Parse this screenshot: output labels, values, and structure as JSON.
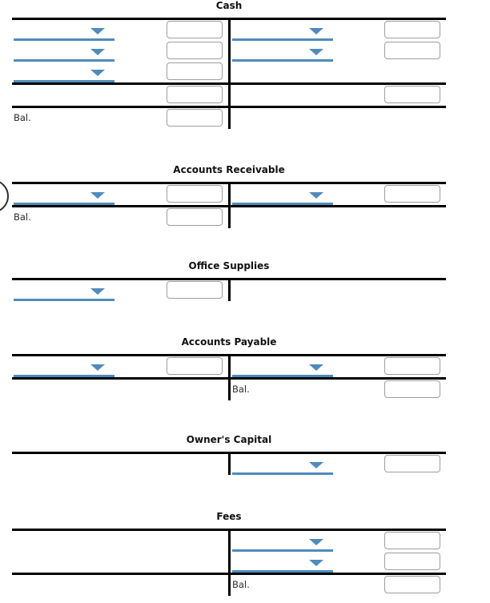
{
  "ui": {
    "bal_label": "Bal.",
    "dropdown_icon": "triangle-down",
    "input_value": ""
  },
  "colors": {
    "accent_blue": "#4f8bbd",
    "line_black": "#000000",
    "input_border": "#9e9e9e",
    "title_color": "#111111",
    "bal_color": "#2b2b2b"
  },
  "accounts": [
    {
      "title": "Cash"
    },
    {
      "title": "Accounts Receivable"
    },
    {
      "title": "Office Supplies"
    },
    {
      "title": "Accounts Payable"
    },
    {
      "title": "Owner's Capital"
    },
    {
      "title": "Fees"
    }
  ]
}
